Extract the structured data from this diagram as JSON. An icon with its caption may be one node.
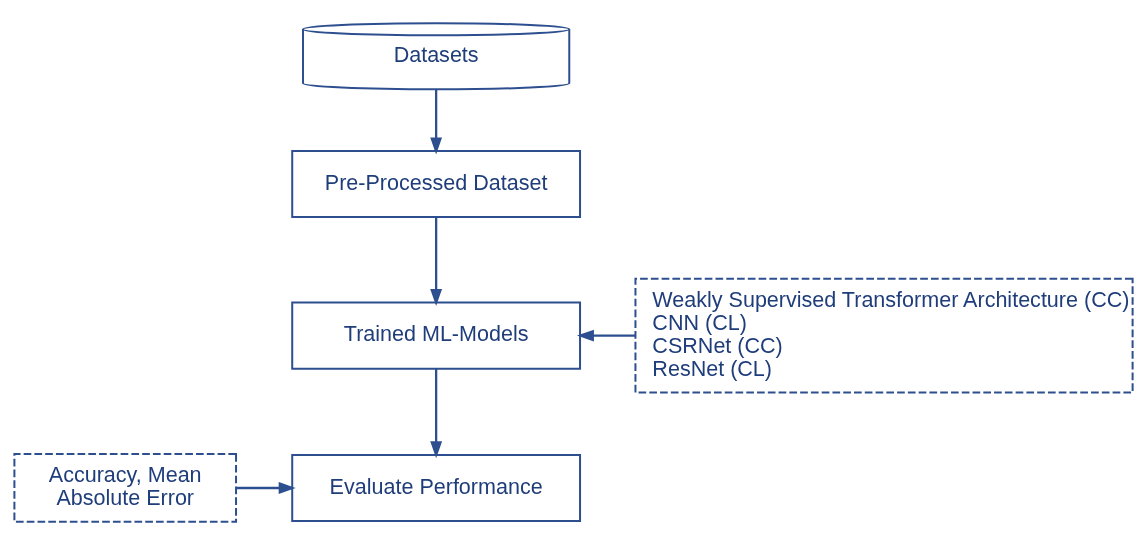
{
  "diagram": {
    "nodes": [
      {
        "text": [
          "Datasets"
        ]
      },
      {
        "text": [
          "Pre-Processed Dataset"
        ]
      },
      {
        "text": [
          "Trained ML-Models"
        ]
      },
      {
        "text": [
          "Evaluate Performance"
        ]
      },
      {
        "text": [
          "Weakly Supervised Transformer Architecture (CC)",
          "CNN (CL)",
          "CSRNet (CC)",
          "ResNet (CL)"
        ]
      },
      {
        "text": [
          "Accuracy, Mean Absolute Error"
        ]
      }
    ],
    "edges": [
      {
        "from": 0,
        "to": 1,
        "arrow": "to"
      },
      {
        "from": 1,
        "to": 2,
        "arrow": "to"
      },
      {
        "from": 4,
        "to": 2,
        "arrow": "to"
      },
      {
        "from": 2,
        "to": 3,
        "arrow": "to"
      },
      {
        "from": 5,
        "to": 3,
        "arrow": "to"
      }
    ]
  }
}
